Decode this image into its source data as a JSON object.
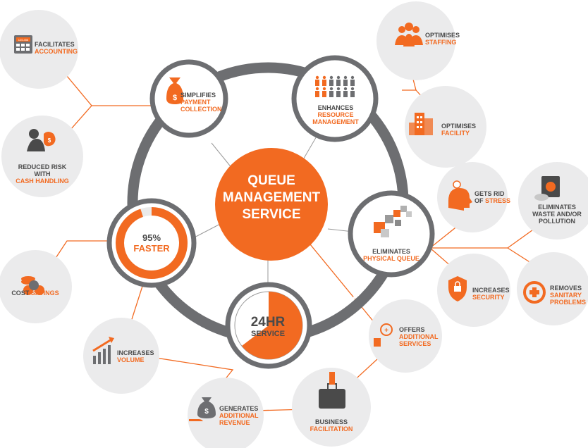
{
  "colors": {
    "orange": "#f26a21",
    "gray": "#6d6e71",
    "light": "#e9e9ea",
    "text": "#4a4a4a"
  },
  "center": {
    "lines": [
      "QUEUE",
      "MANAGEMENT",
      "SERVICE"
    ]
  },
  "hub_nodes": {
    "payment": {
      "line1": "SIMPLIFIES",
      "line2": "PAYMENT",
      "line3": "COLLECTION",
      "icon": "money-bag-icon"
    },
    "resource": {
      "line1": "ENHANCES",
      "line2": "RESOURCE",
      "line3": "MANAGEMENT",
      "icon": "people-grid-icon"
    },
    "physical_queue": {
      "line1": "ELIMINATES",
      "line2": "PHYSICAL QUEUE",
      "icon": "cubes-icon"
    },
    "service24": {
      "big": "24HR",
      "small": "SERVICE",
      "icon": "clock-dial-icon"
    },
    "faster": {
      "value": "95%",
      "word": "FASTER",
      "percent": 95
    }
  },
  "benefits": {
    "accounting": {
      "gray": "FACILITATES",
      "orange": "ACCOUNTING",
      "icon": "calculator-icon",
      "icon_text": "125.456"
    },
    "cash_handling": {
      "gray1": "REDUCED RISK",
      "gray2": "WITH",
      "orange": "CASH HANDLING",
      "icon": "thief-icon"
    },
    "cost": {
      "gray": "COST",
      "orange": "SAVINGS",
      "icon": "coins-icon"
    },
    "volume": {
      "gray": "INCREASES",
      "orange": "VOLUME",
      "icon": "bar-chart-up-icon"
    },
    "revenue": {
      "gray": "GENERATES",
      "orange1": "ADDITIONAL",
      "orange2": "REVENUE",
      "icon": "hand-money-icon"
    },
    "business": {
      "gray": "BUSINESS",
      "orange": "FACILITATION",
      "icon": "briefcase-icon"
    },
    "additional_services": {
      "gray": "OFFERS",
      "orange1": "ADDITIONAL",
      "orange2": "SERVICES",
      "icon": "magnifier-hand-icon"
    },
    "staffing": {
      "gray": "OPTIMISES",
      "orange": "STAFFING",
      "icon": "team-icon"
    },
    "facility": {
      "gray": "OPTIMISES",
      "orange": "FACILITY",
      "icon": "buildings-icon"
    },
    "stress": {
      "gray1": "GETS RID",
      "gray2": "OF",
      "orange": "STRESS",
      "icon": "head-icon"
    },
    "waste": {
      "gray1": "ELIMINATES",
      "gray2": "WASTE AND/OR",
      "gray3": "POLLUTION",
      "icon": "recycle-bin-icon"
    },
    "security": {
      "gray": "INCREASES",
      "orange": "SECURITY",
      "icon": "shield-lock-icon"
    },
    "sanitary": {
      "gray": "REMOVES",
      "orange1": "SANITARY",
      "orange2": "PROBLEMS",
      "icon": "medical-cross-icon"
    }
  }
}
